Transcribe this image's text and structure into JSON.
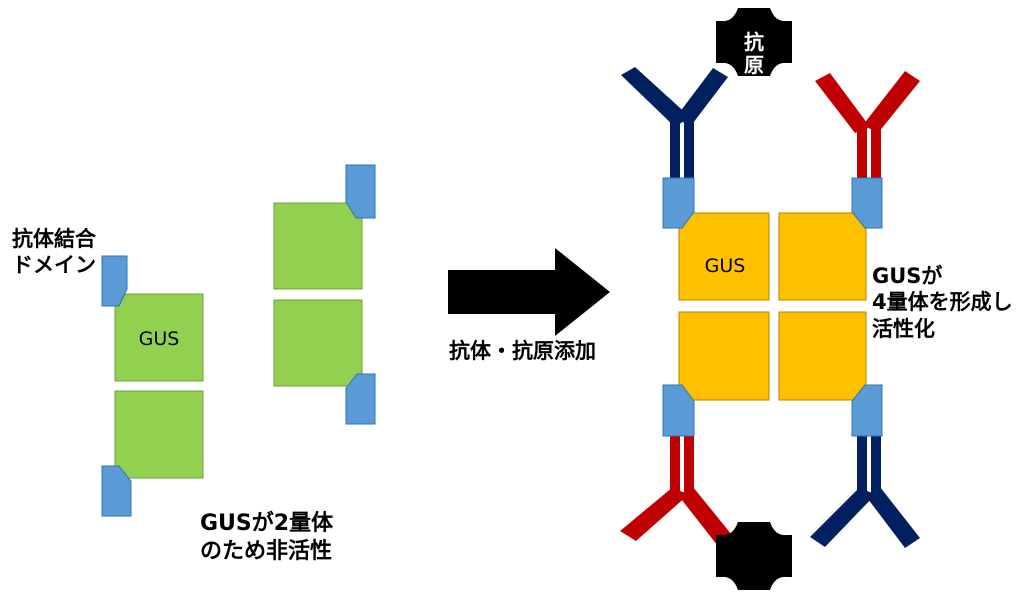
{
  "labels": {
    "binding_domain": [
      "抗体結合",
      "ドメイン"
    ],
    "gus": "GUS",
    "dimer_note": [
      "GUSが2量体",
      "のため非活性"
    ],
    "action": "抗体・抗原添加",
    "tetramer_note": [
      "GUSが",
      "4量体を形成し",
      "活性化"
    ],
    "antigen": [
      "抗",
      "原"
    ]
  },
  "colors": {
    "gus_inactive_fill": "#92D050",
    "gus_inactive_stroke": "#6E9E3A",
    "gus_active_fill": "#FFC000",
    "gus_active_stroke": "#B38600",
    "binding_domain_fill": "#5B9BD5",
    "binding_domain_stroke": "#2E75B6",
    "antibody_navy": "#002060",
    "antibody_red": "#C00000",
    "arrow": "#000000",
    "antigen": "#000000",
    "antigen_text": "#FFFFFF"
  },
  "icons": [
    "right-arrow-icon"
  ]
}
